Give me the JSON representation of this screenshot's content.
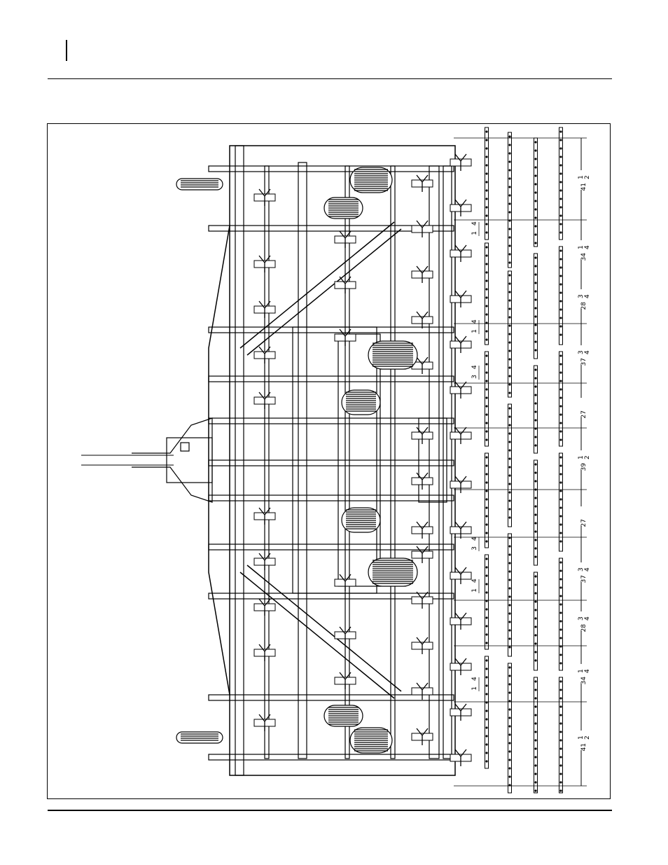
{
  "dimensions": {
    "spacings": [
      {
        "whole": "41",
        "num": "1",
        "den": "2"
      },
      {
        "whole": "34",
        "num": "1",
        "den": "4"
      },
      {
        "whole": "28",
        "num": "3",
        "den": "4"
      },
      {
        "whole": "37",
        "num": "3",
        "den": "4"
      },
      {
        "whole": "27",
        "num": "",
        "den": ""
      },
      {
        "whole": "39",
        "num": "1",
        "den": "2"
      },
      {
        "whole": "27",
        "num": "",
        "den": ""
      },
      {
        "whole": "37",
        "num": "3",
        "den": "4"
      },
      {
        "whole": "28",
        "num": "3",
        "den": "4"
      },
      {
        "whole": "34",
        "num": "1",
        "den": "4"
      },
      {
        "whole": "41",
        "num": "1",
        "den": "2"
      }
    ],
    "offsets": [
      {
        "num": "1",
        "den": "4"
      },
      {
        "num": "1",
        "den": "4"
      },
      {
        "num": "3",
        "den": "4"
      },
      {
        "num": "3",
        "den": "4"
      },
      {
        "num": "1",
        "den": "4"
      },
      {
        "num": "1",
        "den": "4"
      }
    ]
  }
}
